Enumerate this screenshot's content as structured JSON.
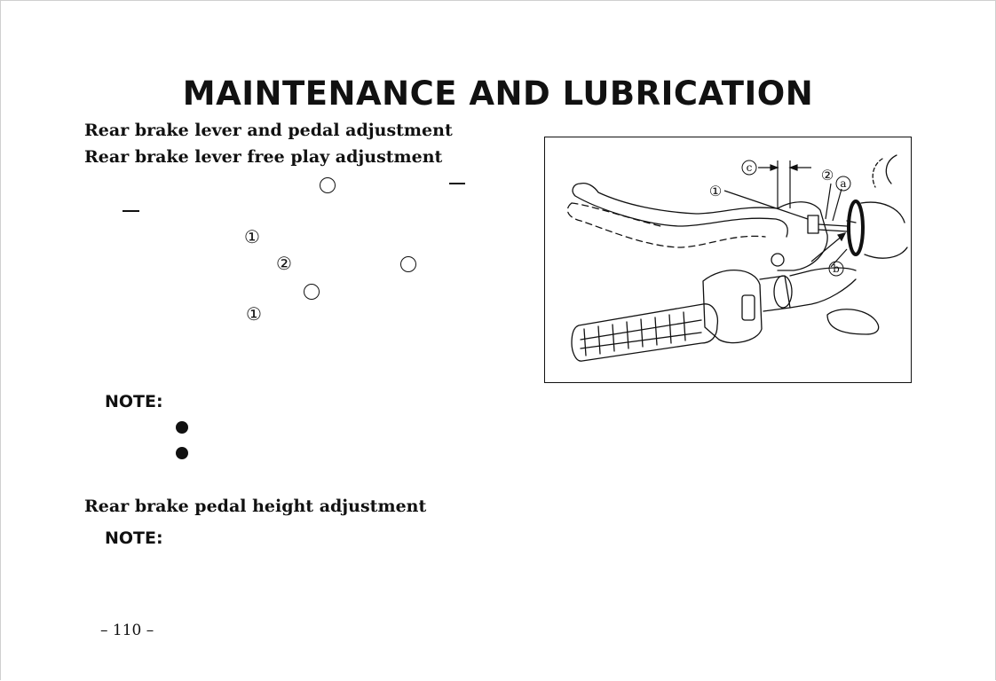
{
  "page": {
    "title": "MAINTENANCE AND LUBRICATION",
    "page_number": "– 110 –"
  },
  "section": {
    "heading_main": "Rear brake lever and pedal adjustment",
    "heading_free_play": "Rear brake lever free play adjustment",
    "heading_pedal_height": "Rear brake pedal height adjustment",
    "note_label_1": "NOTE:",
    "note_label_2": "NOTE:"
  },
  "steps": {
    "ref_1a": "①",
    "ref_2": "②",
    "ref_1b": "①"
  },
  "figure": {
    "label_c": "c",
    "label_1": "①",
    "label_2": "②",
    "label_a": "a",
    "label_b": "b"
  }
}
